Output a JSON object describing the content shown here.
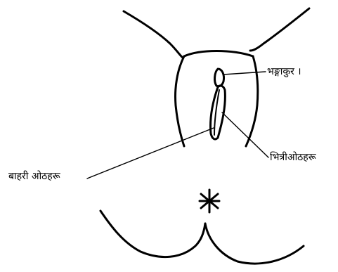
{
  "diagram": {
    "labels": {
      "clitoris": "भङ्गाकुर ।",
      "inner_lips": "भित्रीओठहरू",
      "outer_lips": "बाहरी ओठहरू"
    },
    "colors": {
      "ink": "#000000",
      "background": "#ffffff"
    }
  }
}
